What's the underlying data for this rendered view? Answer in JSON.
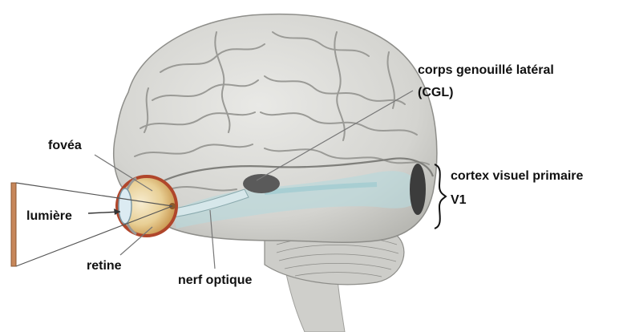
{
  "labels": {
    "cgl_line1": "corps genouillé latéral",
    "cgl_line2": "(CGL)",
    "fovea": "fovéa",
    "cortex_line1": "cortex visuel primaire",
    "cortex_line2": "V1",
    "lumiere": "lumière",
    "retine": "retine",
    "nerf": "nerf optique"
  },
  "colors": {
    "brain": "#d9d9d6",
    "sulcus": "#9a9a96",
    "visual_pathway": "#b8d8dc",
    "lgn": "#5a5a5a",
    "cortex_v1": "#3c3c3c",
    "eye_iris": "#e7c98a",
    "eye_rim": "#b0462b",
    "light_bar": "#c7875a"
  },
  "icons": {
    "brace": "right-brace",
    "arrow": "light-arrow"
  }
}
